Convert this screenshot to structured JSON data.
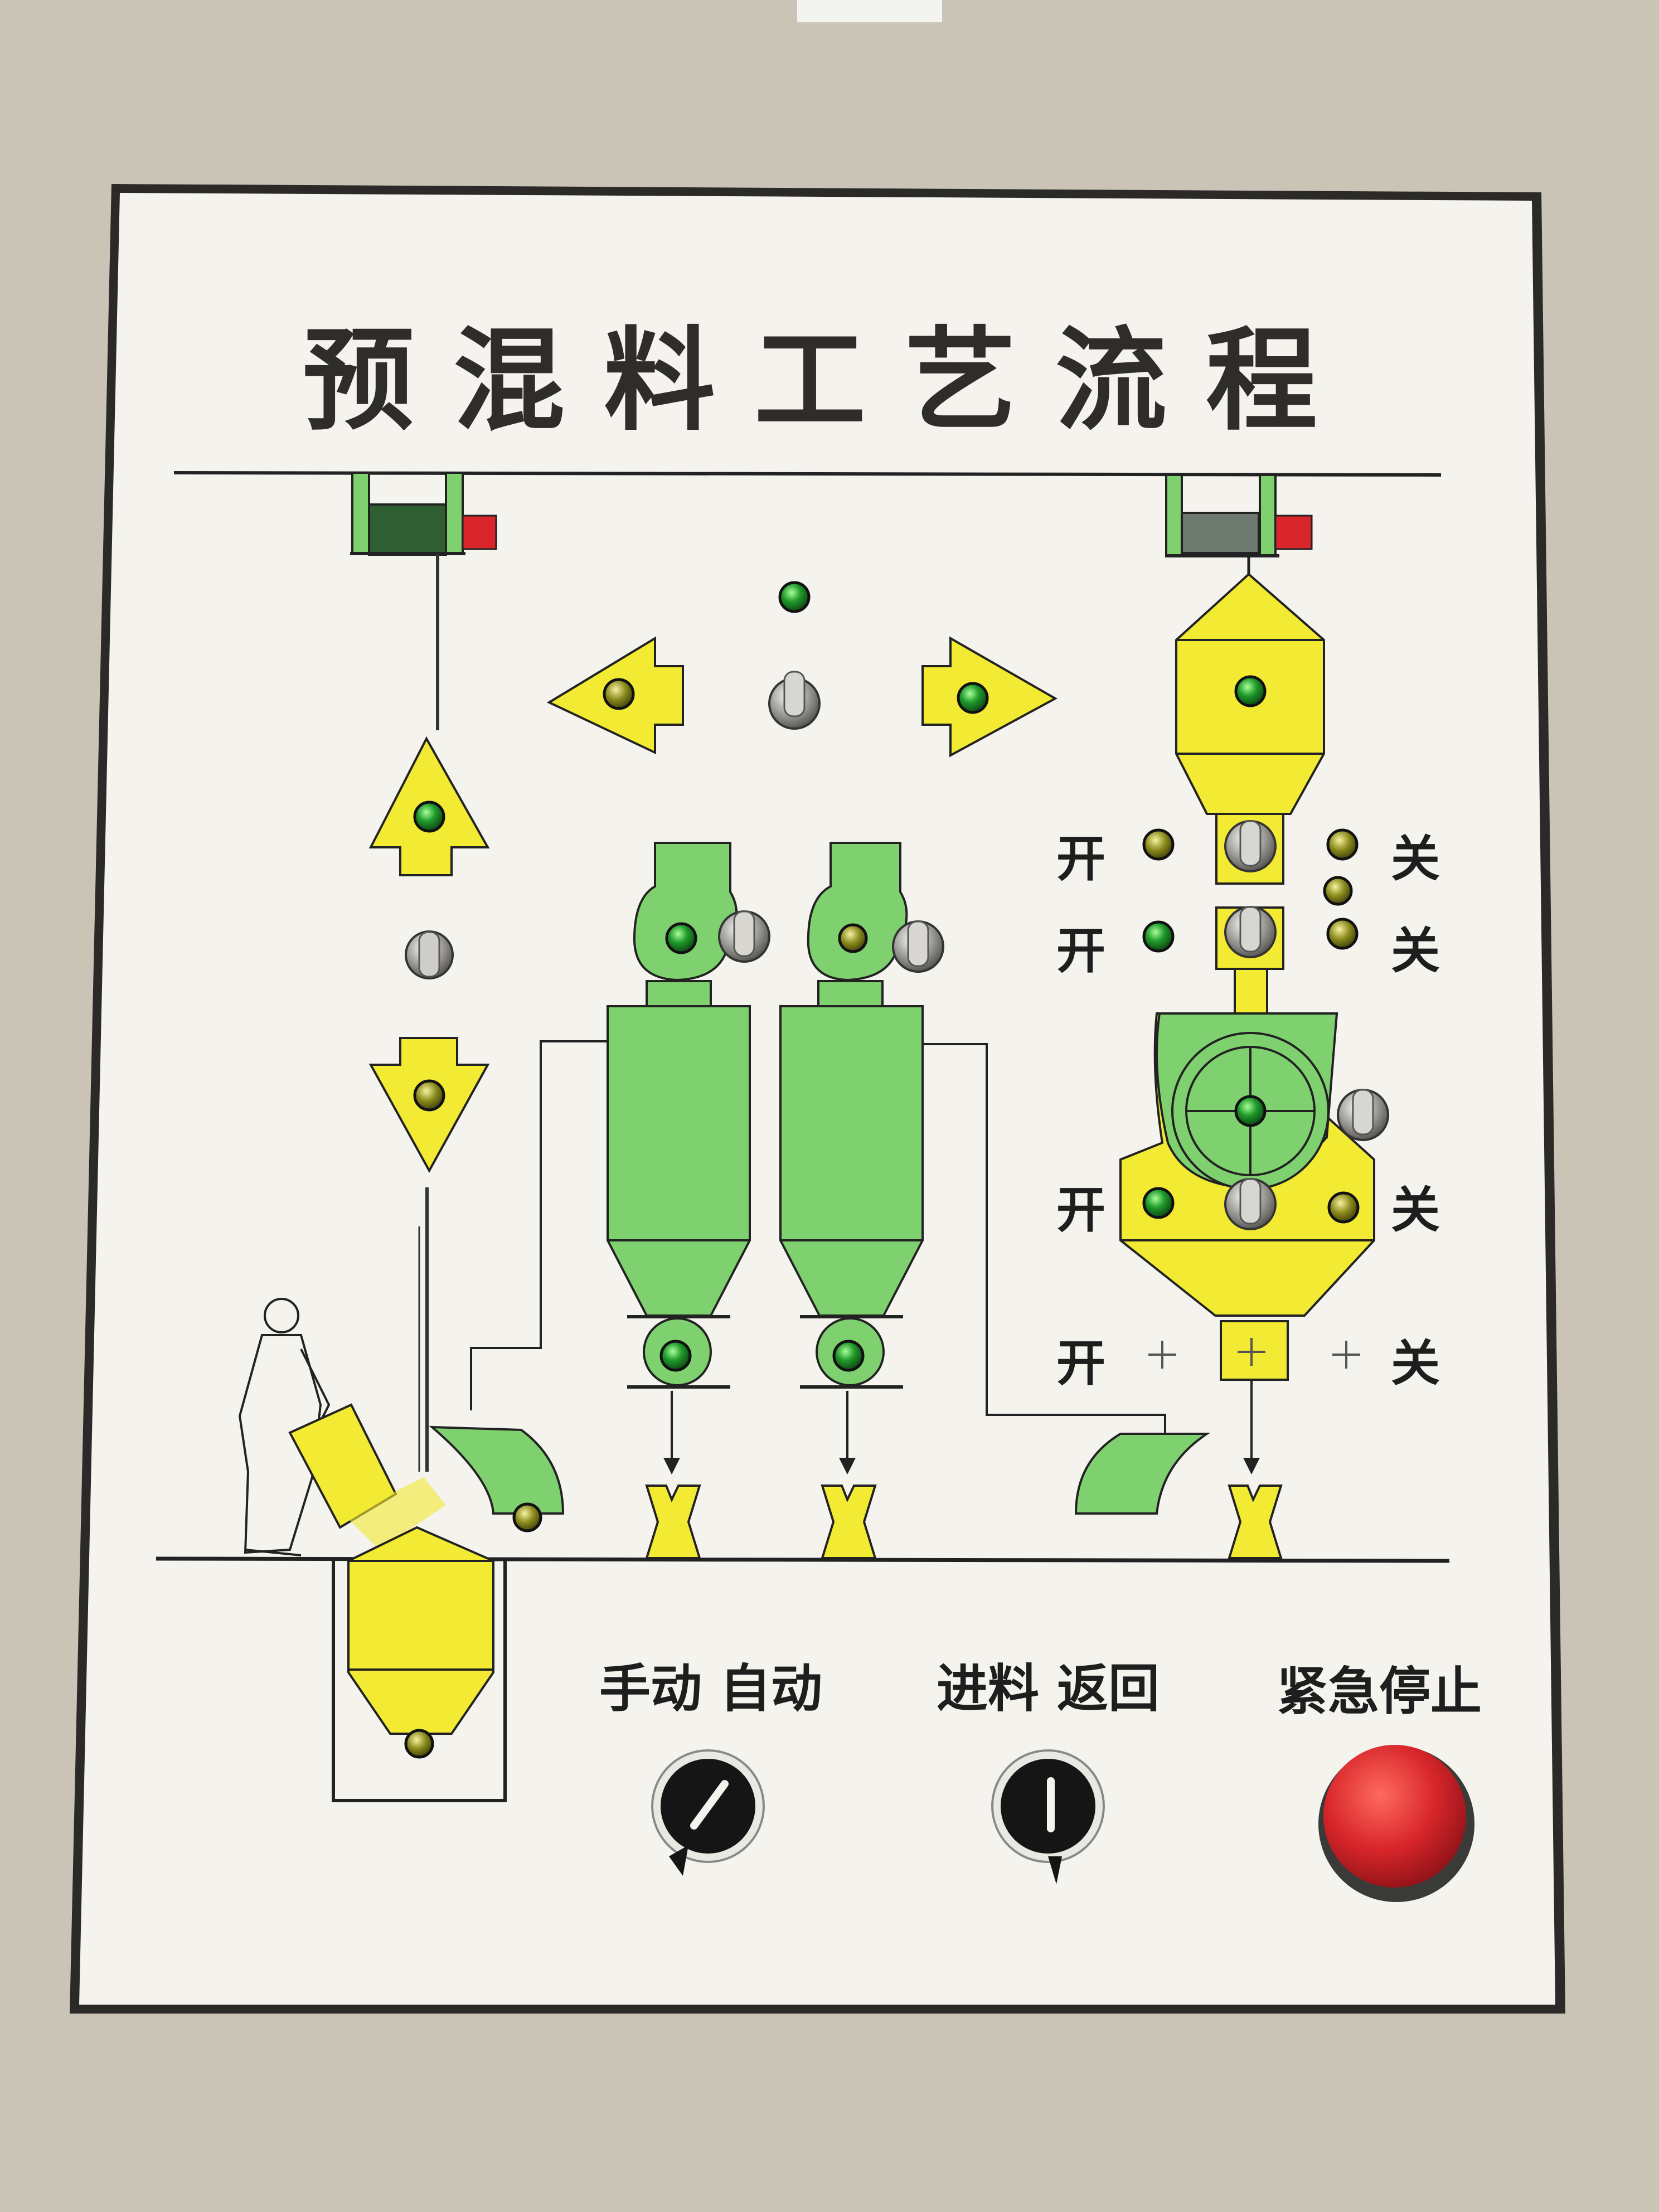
{
  "panel": {
    "title": "预混料工艺流程",
    "colors": {
      "panel": "#f4f3ee",
      "wall": "#c9c4b6",
      "yellow": "#f2ea33",
      "green": "#7fd06f",
      "red": "#d8262b",
      "knob": "#151515"
    }
  },
  "indicator_labels": {
    "on": "开",
    "off": "关"
  },
  "controls": {
    "mode_selector": {
      "label": "手动 自动"
    },
    "feed_selector": {
      "label": "进料 返回"
    },
    "emergency_stop": {
      "label": "紧急停止"
    }
  }
}
